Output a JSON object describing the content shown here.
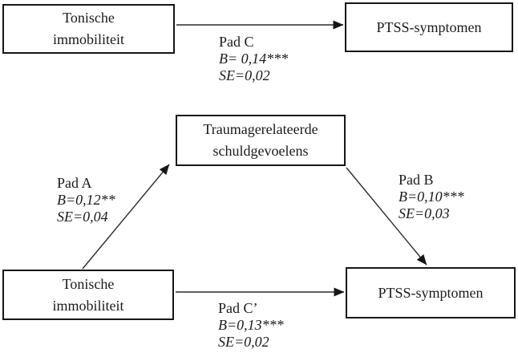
{
  "diagram": {
    "background_color": "#ffffff",
    "ink_color": "#1a1a1a",
    "nodes": {
      "predictor_top": {
        "line1": "Tonische",
        "line2": "immobiliteit"
      },
      "outcome_top": {
        "label": "PTSS-symptomen"
      },
      "mediator": {
        "line1": "Traumagerelateerde",
        "line2": "schuldgevoelens"
      },
      "predictor_bottom": {
        "line1": "Tonische",
        "line2": "immobiliteit"
      },
      "outcome_bottom": {
        "label": "PTSS-symptomen"
      }
    },
    "paths": {
      "pad_c": {
        "name": "Pad C",
        "coefficient": "B= 0,14***",
        "standard_error": "SE=0,02"
      },
      "pad_a": {
        "name": "Pad A",
        "coefficient": "B=0,12**",
        "standard_error": "SE=0,04"
      },
      "pad_b": {
        "name": "Pad B",
        "coefficient": "B=0,10***",
        "standard_error": "SE=0,03"
      },
      "pad_c_prime": {
        "name": "Pad C’",
        "coefficient": "B=0,13***",
        "standard_error": "SE=0,02"
      }
    }
  }
}
